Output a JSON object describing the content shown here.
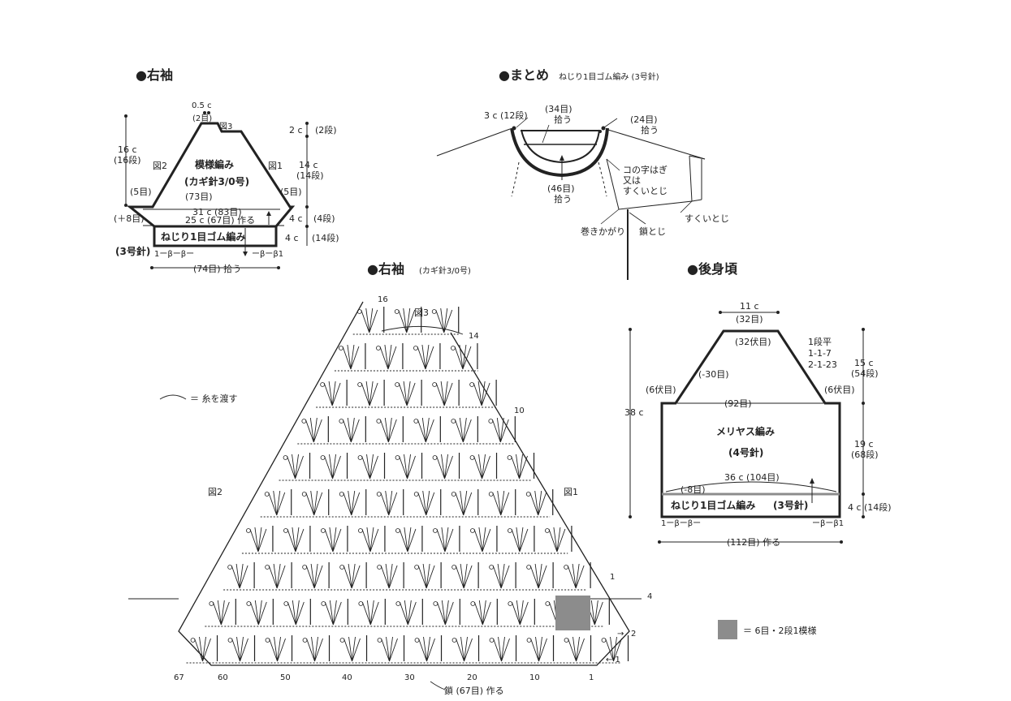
{
  "colors": {
    "ink": "#222222",
    "shade": "#8c8c8c"
  },
  "sleeve_schematic": {
    "title": "●右袖",
    "top_width": "0.5 c",
    "top_sts": "(2目)",
    "fig3": "図3",
    "fig2": "図2",
    "fig1": "図1",
    "cap_height": "16 c",
    "cap_rows": "(16段)",
    "top_right_h": "2 c",
    "top_right_rows": "(2段)",
    "right_h": "14 c",
    "right_rows": "(14段)",
    "pattern_name": "模様編み",
    "pattern_needle": "(カギ針3/0号)",
    "left_dec": "(5目)",
    "right_dec": "(5目)",
    "inner_sts": "(73目)",
    "width_31": "31 c (83目)",
    "width_25": "25 c (67目) 作る",
    "inc": "(＋8目)",
    "rib_h1": "4 c",
    "rib_rows1": "(4段)",
    "rib_h2": "4 c",
    "rib_rows2": "(14段)",
    "rib_label": "ねじり1目ゴム編み",
    "rib_needle": "(3号針)",
    "rib_left_mark": "1ーβーβー",
    "rib_right_mark": "ーβーβ1",
    "pickup": "(74目) 拾う"
  },
  "finishing": {
    "title": "●まとめ",
    "subtitle": "ねじり1目ゴム編み (3号針)",
    "neck_left": "3 c (12段)",
    "neck_34": "(34目)",
    "neck_34_b": "拾う",
    "neck_24": "(24目)",
    "neck_24_b": "拾う",
    "neck_46": "(46目)",
    "neck_46_b": "拾う",
    "join_1": "コの字はぎ",
    "join_2": "又は",
    "join_3": "すくいとじ",
    "sukui": "すくいとじ",
    "maki": "巻きかがり",
    "kusari": "鎖とじ"
  },
  "chart": {
    "title": "●右袖",
    "subtitle": "(カギ針3/0号)",
    "fig3": "図3",
    "fig2": "図2",
    "fig1": "図1",
    "legend_thread": "＝ 糸を渡す",
    "row_labels": [
      "16",
      "14",
      "10",
      "1",
      "4",
      "2"
    ],
    "arrow_2": "→",
    "arrow_1": "← 1",
    "bottom_numbers": [
      "67",
      "60",
      "50",
      "40",
      "30",
      "20",
      "10",
      "1"
    ],
    "foundation": "鎖 (67目) 作る",
    "legend_repeat": "＝ 6目・2段1模様"
  },
  "back_body": {
    "title": "●後身頃",
    "top_width": "11 c",
    "top_sts": "(32目)",
    "bind_off": "(32伏目)",
    "dec_note_1": "1段平",
    "dec_note_2": "1-1-7",
    "dec_note_3": "2-1-23",
    "dec_total": "(-30目)",
    "left_bo": "(6伏目)",
    "right_bo": "(6伏目)",
    "total_h": "38 c",
    "yoke_h": "15 c",
    "yoke_rows": "(54段)",
    "mid_sts": "(92目)",
    "body_name": "メリヤス編み",
    "body_needle": "(4号針)",
    "body_h": "19 c",
    "body_rows": "(68段)",
    "width_36": "36 c (104目)",
    "rib_dec": "(-8目)",
    "rib_label": "ねじり1目ゴム編み",
    "rib_needle": "(3号針)",
    "rib_h": "4 c",
    "rib_rows": "(14段)",
    "rib_left_mark": "1ーβーβー",
    "rib_right_mark": "ーβーβ1",
    "cast_on": "(112目) 作る"
  }
}
